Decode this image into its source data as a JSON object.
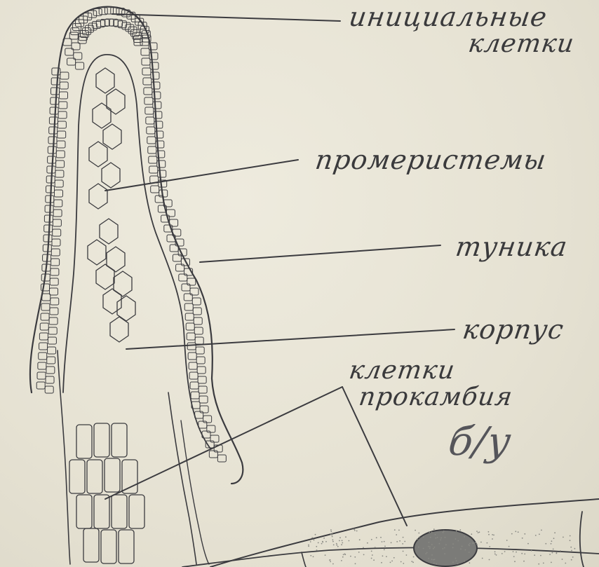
{
  "labels": {
    "initial_cells_line1": "инициальные",
    "initial_cells_line2": "клетки",
    "promeristem": "промеристемы",
    "tunica": "туника",
    "corpus": "корпус",
    "procambium_line1": "клетки",
    "procambium_line2": "прокамбия",
    "note": "б/у"
  },
  "colors": {
    "paper": "#e8e4d6",
    "ink": "#3b3b3f",
    "shade": "#8a8a84"
  }
}
